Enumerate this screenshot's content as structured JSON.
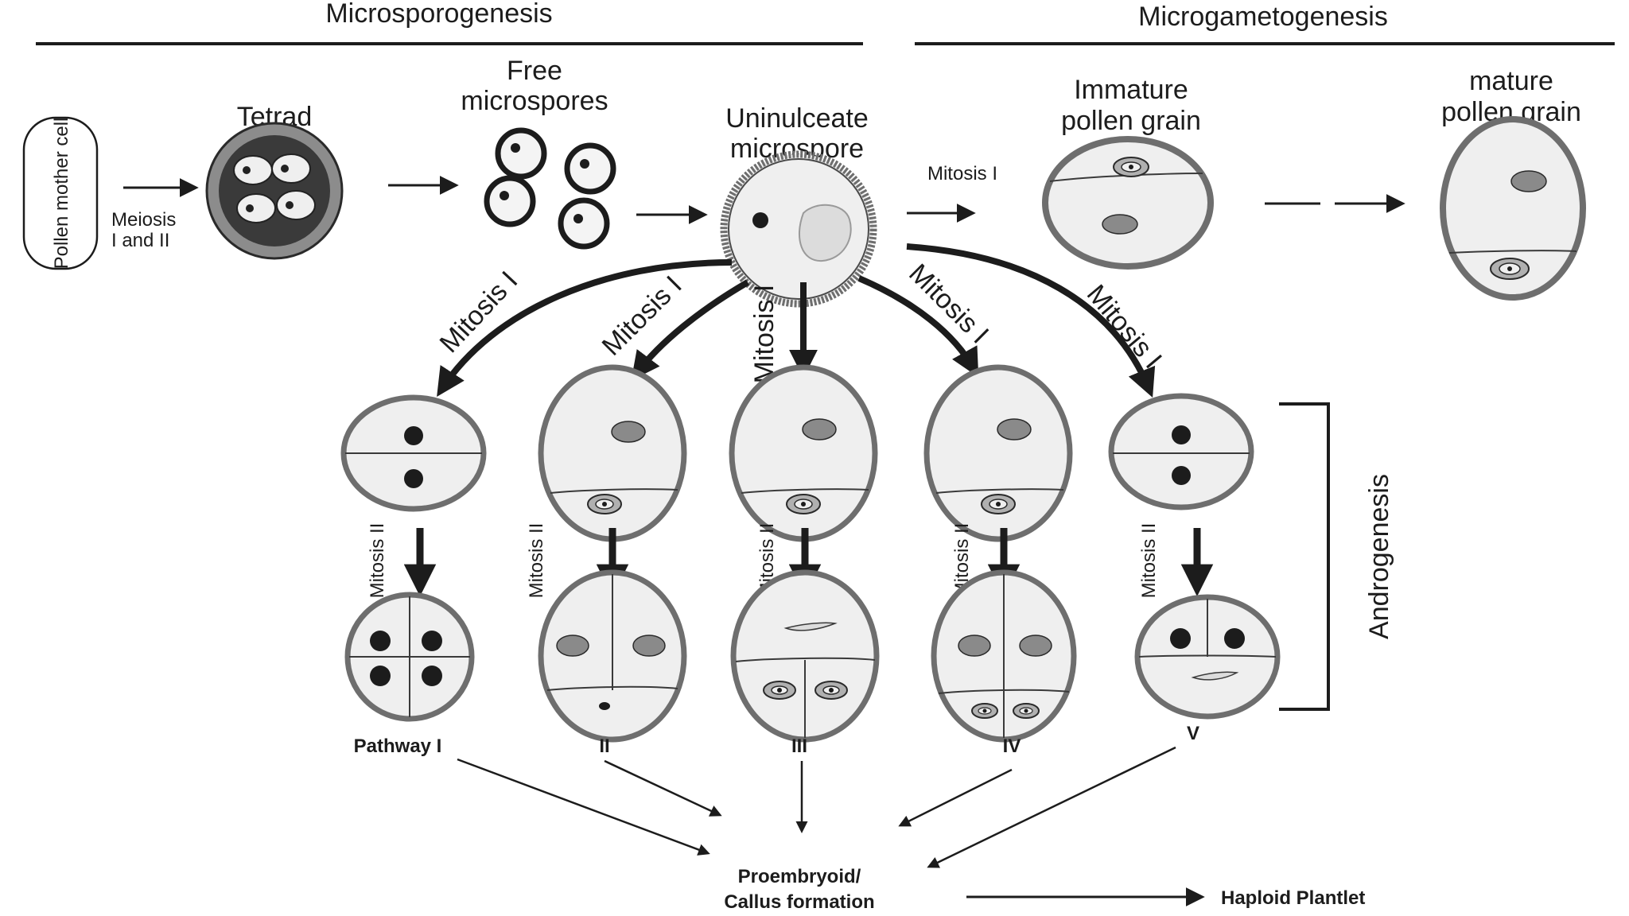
{
  "headers": {
    "left": "Microsporogenesis",
    "right": "Microgametogenesis"
  },
  "stages": {
    "pmc": "Pollen mother cell",
    "meiosis_line1": "Meiosis",
    "meiosis_line2": "I and II",
    "tetrad": "Tetrad",
    "free_line1": "Free",
    "free_line2": "microspores",
    "uni_line1": "Uninulceate",
    "uni_line2": "microspore",
    "mitosis_top": "Mitosis I",
    "immature_line1": "Immature",
    "immature_line2": "pollen grain",
    "mature_line1": "mature",
    "mature_line2": "pollen grain"
  },
  "branch_labels": {
    "b1": "Mitosis I",
    "b2": "Mitosis I",
    "b3": "Mitosis I",
    "b4": "Mitosis I",
    "b5": "Mitosis I"
  },
  "mitosis2_labels": {
    "m1": "Mitosis II",
    "m2": "Mitosis II",
    "m3": "Mitosis II",
    "m4": "Mitosis II",
    "m5": "Mitosis II"
  },
  "pathways": {
    "p1": "Pathway I",
    "p2": "II",
    "p3": "III",
    "p4": "IV",
    "p5": "V"
  },
  "androgenesis": "Androgenesis",
  "outcome": {
    "callus_line1": "Proembryoid/",
    "callus_line2": "Callus formation",
    "plantlet": "Haploid Plantlet"
  },
  "colors": {
    "ink": "#1c1c1c",
    "cell_fill": "#efefef",
    "cell_wall": "#6e6e6e",
    "nucleus_gray": "#8a8a8a",
    "tetrad_dark": "#3a3a3a"
  }
}
